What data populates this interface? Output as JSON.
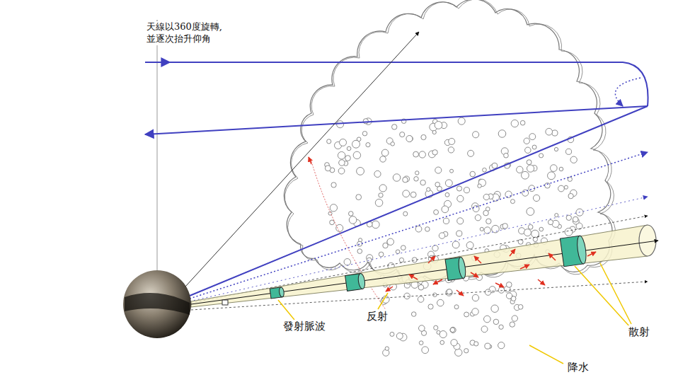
{
  "diagram": {
    "labels": [
      "天線以360度旋轉, 並逐次抬升仰角",
      "發射脈波",
      "反射",
      "散射",
      "降水"
    ]
  }
}
